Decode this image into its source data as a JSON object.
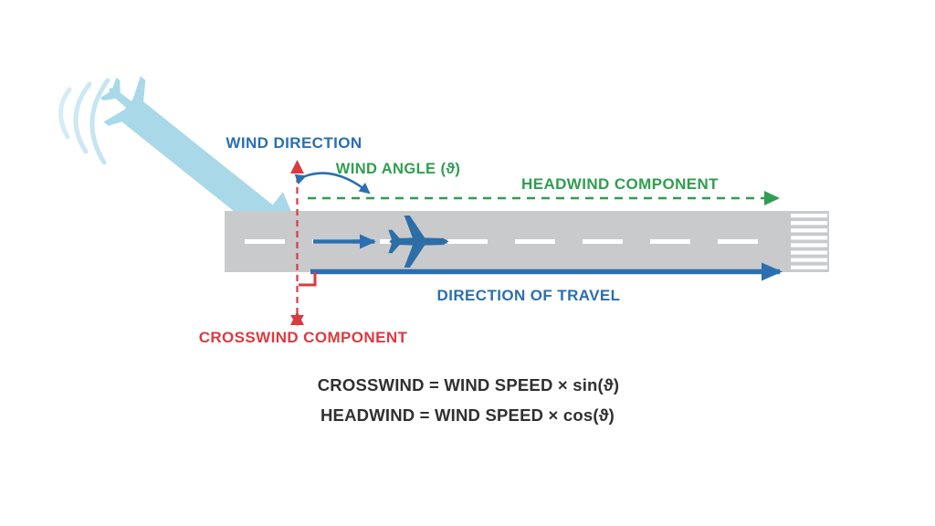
{
  "diagram": {
    "title_hidden": "",
    "labels": {
      "wind_direction": "WIND DIRECTION",
      "wind_angle": "WIND ANGLE (ϑ)",
      "headwind_component": "HEADWIND COMPONENT",
      "direction_of_travel": "DIRECTION OF TRAVEL",
      "crosswind_component": "CROSSWIND COMPONENT"
    },
    "formulas": {
      "crosswind": "CROSSWIND = WIND SPEED × sin(ϑ)",
      "headwind": "HEADWIND = WIND SPEED × cos(ϑ)"
    },
    "colors": {
      "blue": "#2b6fb0",
      "green": "#2f9e50",
      "red": "#da3b41",
      "runway_gray": "#c9cacc",
      "wind_blue": "#a9d8e9",
      "wind_blue_light": "#bfe2ef",
      "plane_blue": "#2d6ea6",
      "formula_text": "#303030",
      "white": "#ffffff"
    }
  }
}
